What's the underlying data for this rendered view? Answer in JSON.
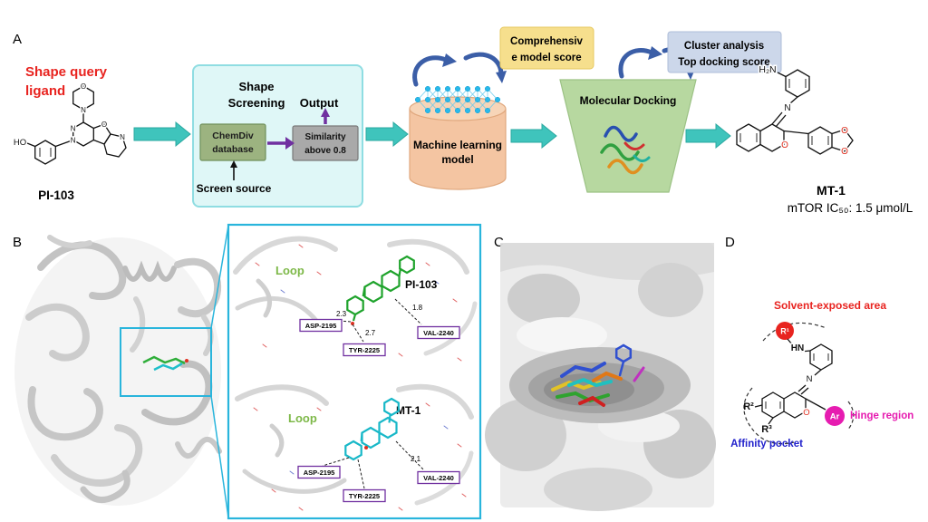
{
  "panel_labels": {
    "a": "A",
    "b": "B",
    "c": "C",
    "d": "D"
  },
  "atoms": {
    "o": "O",
    "n": "N",
    "ho": "HO",
    "h2n": "H₂N"
  },
  "workflow": {
    "shape_query_lines": [
      "Shape query",
      "ligand"
    ],
    "pi103_name": "PI-103",
    "screening_title_lines": [
      "Shape",
      "Screening"
    ],
    "output_label": "Output",
    "chemdiv_lines": [
      "ChemDiv",
      "database"
    ],
    "similarity_lines": [
      "Similarity",
      "above 0.8"
    ],
    "screen_source_label": "Screen source",
    "ml_label_lines": [
      "Machine learning",
      "model"
    ],
    "model_score_lines": [
      "Comprehensiv",
      "e model score"
    ],
    "docking_label": "Molecular Docking",
    "cluster_lines": [
      "Cluster analysis",
      "Top docking score"
    ],
    "mt1_name": "MT-1",
    "mt1_activity": "mTOR IC₅₀: 1.5 μmol/L"
  },
  "binding_views": {
    "pi103": {
      "loop": "Loop",
      "ligand": "PI-103",
      "residues": [
        "ASP-2195",
        "TYR-2225",
        "VAL-2240"
      ],
      "distances": [
        "2.3",
        "2.7",
        "1.8"
      ]
    },
    "mt1": {
      "loop": "Loop",
      "ligand": "MT-1",
      "residues": [
        "ASP-2195",
        "TYR-2225",
        "VAL-2240"
      ],
      "distances": [
        "2.1"
      ]
    }
  },
  "sar": {
    "solvent_label": "Solvent-exposed area",
    "r1": "R¹",
    "hn": "HN",
    "r2": "R²",
    "r3": "R³",
    "ar": "Ar",
    "hinge_label": "Hinge region",
    "affinity_label": "Affinity pocket"
  },
  "colors": {
    "teal_arrow": "#3fc4bc",
    "purple_arrow": "#7030a0",
    "cyan_border": "#29b5dc",
    "red_text": "#e8231f",
    "yellow_box": "#f6df8d",
    "blue_box": "#ccd7ea",
    "green_box": "#9cb380",
    "gray_box": "#a9a9a9",
    "cylinder": "#f4c5a2",
    "trapezoid": "#b7d8a0",
    "curved_arrow": "#3b5ea7",
    "loop_green": "#7db848",
    "hinge_magenta": "#e61cb0",
    "affinity_blue": "#2222cc",
    "r1_red": "#e8241f"
  }
}
